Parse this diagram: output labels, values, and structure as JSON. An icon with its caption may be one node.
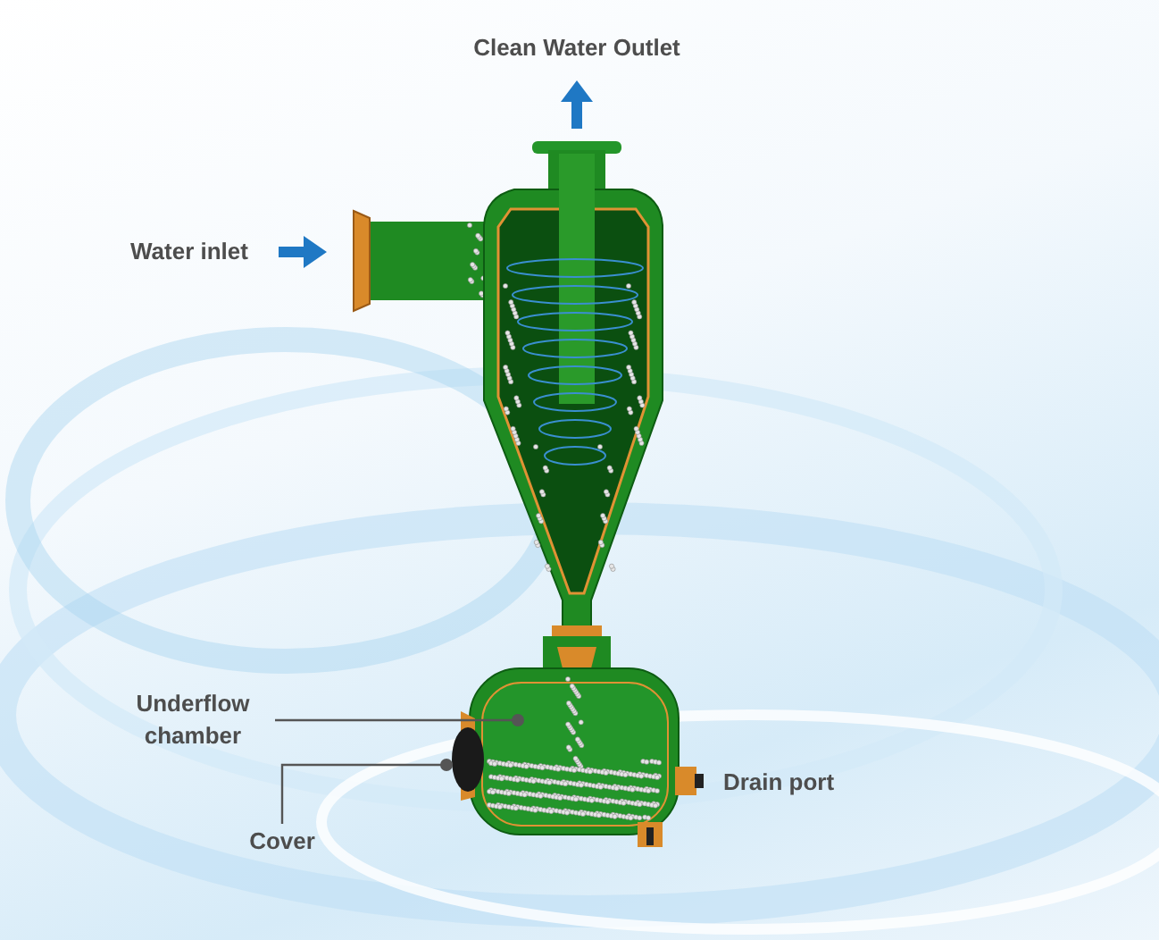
{
  "diagram": {
    "nodes": [
      {
        "text": [
          "Clean Water Outlet"
        ]
      },
      {
        "text": [
          "Water inlet"
        ]
      },
      {
        "text": [
          "Underflow chamber"
        ]
      },
      {
        "text": [
          "Cover"
        ]
      },
      {
        "text": [
          "Drain port"
        ]
      }
    ],
    "edges": [
      {
        "from": 2,
        "to": null,
        "arrow": "other"
      },
      {
        "from": 3,
        "to": null,
        "arrow": "other"
      }
    ]
  }
}
